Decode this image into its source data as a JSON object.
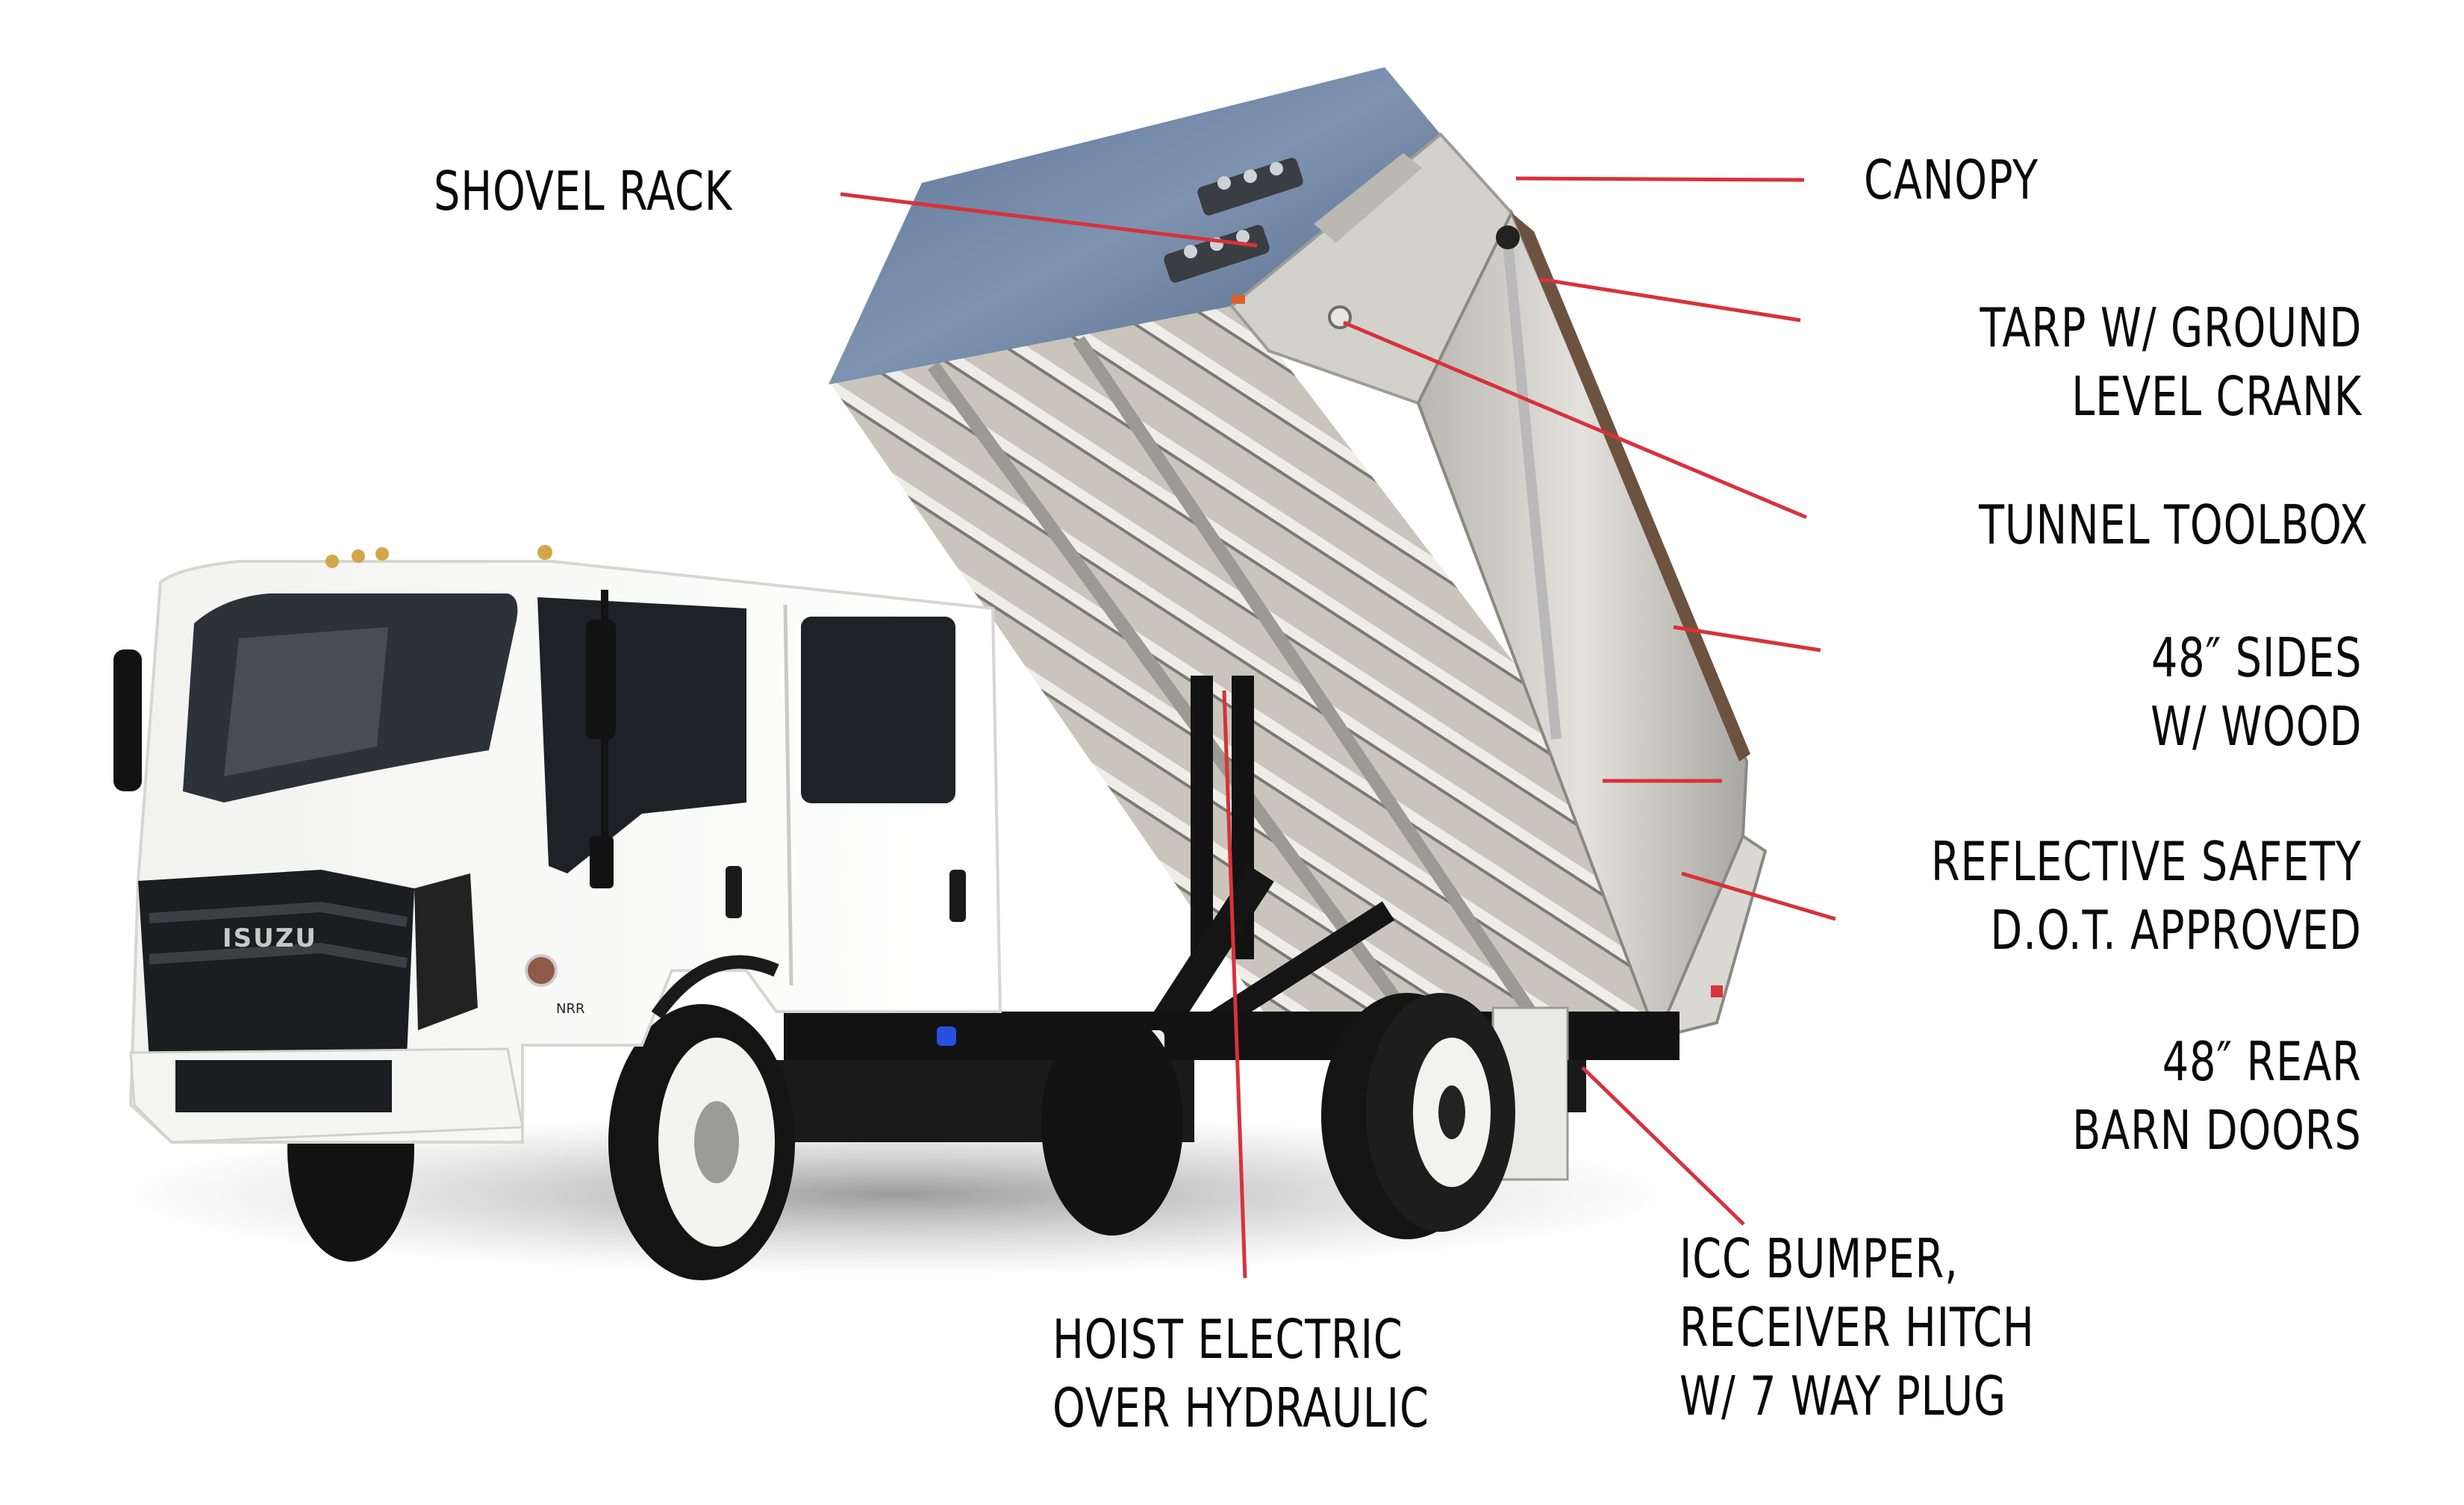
{
  "diagram": {
    "subject": "Isuzu NRR crew cab dump truck with aluminum body raised",
    "brand_badge": "ISUZU",
    "model_badge": "NRR",
    "accent_color": "#d8323a",
    "text_color": "#0a0a0a",
    "background_color": "#ffffff"
  },
  "callouts": [
    {
      "id": "shovel-rack",
      "lines": [
        "SHOVEL RACK"
      ]
    },
    {
      "id": "canopy",
      "lines": [
        "CANOPY"
      ]
    },
    {
      "id": "tarp",
      "lines": [
        "TARP W/ GROUND",
        "LEVEL CRANK"
      ]
    },
    {
      "id": "tunnel-toolbox",
      "lines": [
        "TUNNEL TOOLBOX"
      ]
    },
    {
      "id": "sides",
      "lines": [
        "48″ SIDES",
        "W/ WOOD"
      ]
    },
    {
      "id": "reflective-safety",
      "lines": [
        "REFLECTIVE SAFETY",
        "D.O.T. APPROVED"
      ]
    },
    {
      "id": "rear-doors",
      "lines": [
        "48″ REAR",
        "BARN DOORS"
      ]
    },
    {
      "id": "icc-bumper",
      "lines": [
        "ICC BUMPER,",
        "RECEIVER HITCH",
        "W/ 7 WAY PLUG"
      ]
    },
    {
      "id": "hoist",
      "lines": [
        "HOIST ELECTRIC",
        "OVER HYDRAULIC"
      ]
    }
  ]
}
